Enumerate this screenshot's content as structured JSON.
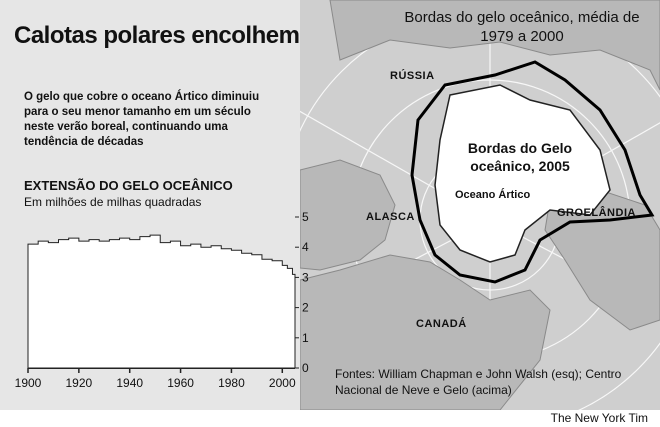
{
  "title": "Calotas polares encolhem",
  "description": "O gelo que cobre o oceano Ártico diminuiu para o seu menor tamanho em um século neste verão boreal, continuando uma tendência de décadas",
  "chart_data": {
    "type": "area",
    "title": "EXTENSÃO DO GELO OCEÂNICO",
    "subtitle": "Em milhões de milhas quadradas",
    "x_ticks": [
      1900,
      1920,
      1940,
      1960,
      1980,
      2000
    ],
    "y_ticks": [
      0,
      1,
      2,
      3,
      4,
      5
    ],
    "xlim": [
      1900,
      2005
    ],
    "ylim": [
      0,
      5
    ],
    "x": [
      1900,
      1904,
      1908,
      1912,
      1916,
      1920,
      1924,
      1928,
      1932,
      1936,
      1940,
      1944,
      1948,
      1952,
      1956,
      1960,
      1964,
      1968,
      1972,
      1976,
      1980,
      1984,
      1988,
      1992,
      1996,
      2000,
      2002,
      2004,
      2005
    ],
    "values": [
      4.1,
      4.2,
      4.15,
      4.25,
      4.3,
      4.2,
      4.25,
      4.2,
      4.25,
      4.3,
      4.25,
      4.35,
      4.4,
      4.15,
      4.2,
      4.05,
      4.1,
      4.0,
      4.05,
      3.95,
      3.9,
      3.8,
      3.75,
      3.6,
      3.55,
      3.4,
      3.3,
      3.1,
      3.0
    ]
  },
  "map": {
    "title": "Bordas do gelo oceânico, média de 1979 a 2000",
    "labels": {
      "russia": "RÚSSIA",
      "alaska": "ALASCA",
      "greenland": "GROELÂNDIA",
      "canada": "CANADÁ"
    },
    "ice_2005": "Bordas do Gelo oceânico, 2005",
    "ocean": "Oceano Ártico"
  },
  "sources": "Fontes: William Chapman e John Walsh (esq); Centro Nacional de Neve e Gelo (acima)",
  "credit": "The New York Tim"
}
